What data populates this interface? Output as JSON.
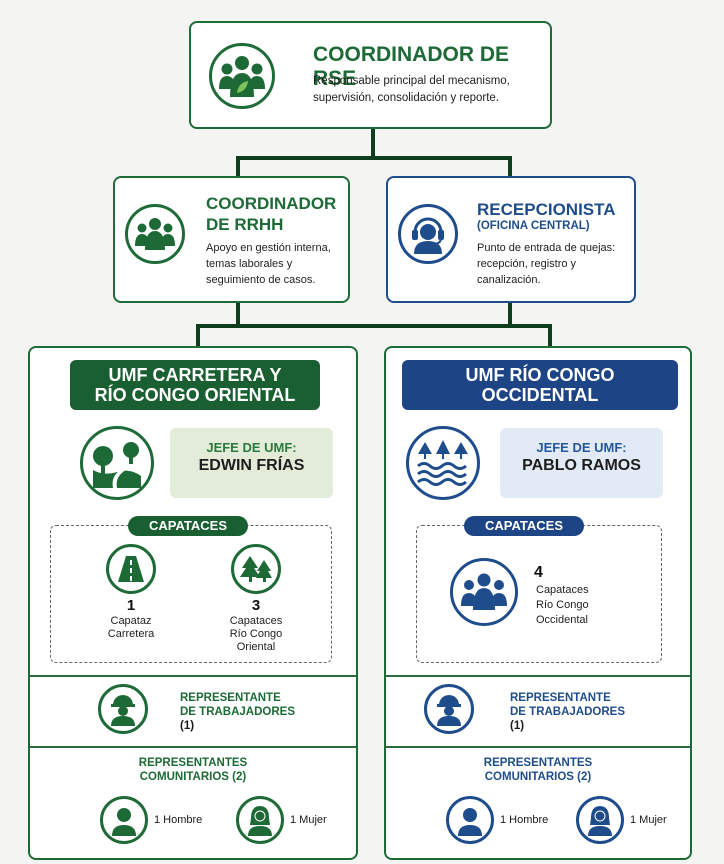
{
  "top": {
    "title": "COORDINADOR DE RSE",
    "desc_line1": "Responsable principal del mecanismo,",
    "desc_line2": "supervisión, consolidación y reporte.",
    "icon": "people-leaf-icon"
  },
  "rrhh": {
    "title_line1": "COORDINADOR",
    "title_line2": "DE RRHH",
    "desc_line1": "Apoyo en gestión interna,",
    "desc_line2": "temas laborales y",
    "desc_line3": "seguimiento de casos.",
    "icon": "people-group-icon"
  },
  "recep": {
    "title": "RECEPCIONISTA",
    "subtitle": "(OFICINA CENTRAL)",
    "desc_line1": "Punto de entrada de quejas:",
    "desc_line2": "recepción, registro y",
    "desc_line3": "canalización.",
    "icon": "headset-agent-icon"
  },
  "left": {
    "banner_line1": "UMF CARRETERA Y",
    "banner_line2": "RÍO CONGO ORIENTAL",
    "chief_label": "JEFE DE UMF:",
    "chief_name": "EDWIN FRÍAS",
    "foremen_label": "CAPATACES",
    "foreman_a_num": "1",
    "foreman_a_l1": "Capataz",
    "foreman_a_l2": "Carretera",
    "foreman_b_num": "3",
    "foreman_b_l1": "Capataces",
    "foreman_b_l2": "Río Congo",
    "foreman_b_l3": "Oriental",
    "worker_rep_l1": "REPRESENTANTE",
    "worker_rep_l2": "DE TRABAJADORES",
    "worker_rep_l3": "(1)",
    "comm_l1": "REPRESENTANTES",
    "comm_l2": "COMUNITARIOS (2)",
    "man": "1 Hombre",
    "woman": "1 Mujer",
    "color": "#1a5f31"
  },
  "right": {
    "banner_line1": "UMF RÍO CONGO",
    "banner_line2": "OCCIDENTAL",
    "chief_label": "JEFE DE UMF:",
    "chief_name": "PABLO RAMOS",
    "foremen_label": "CAPATACES",
    "foreman_num": "4",
    "foreman_l1": "Capataces",
    "foreman_l2": "Río Congo",
    "foreman_l3": "Occidental",
    "worker_rep_l1": "REPRESENTANTE",
    "worker_rep_l2": "DE TRABAJADORES",
    "worker_rep_l3": "(1)",
    "comm_l1": "REPRESENTANTES",
    "comm_l2": "COMUNITARIOS (2)",
    "man": "1 Hombre",
    "woman": "1 Mujer",
    "color": "#1d4585"
  }
}
